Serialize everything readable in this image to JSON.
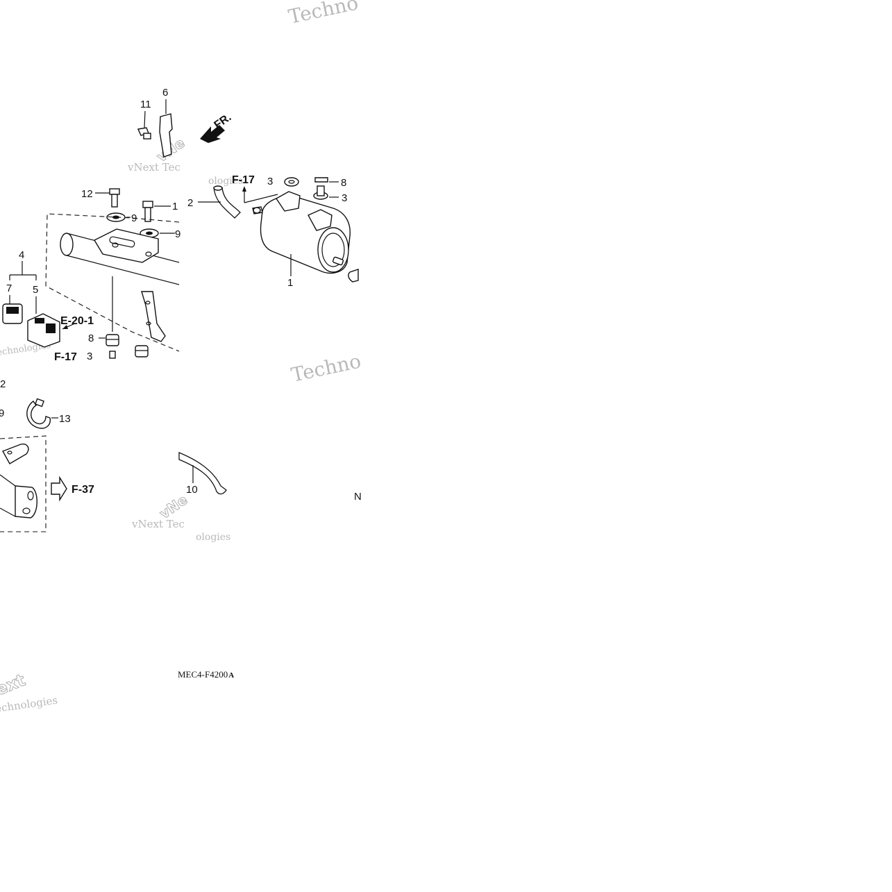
{
  "diagram": {
    "drawing_code": "MEC4-F4200",
    "drawing_code_suffix": "A",
    "direction_label": "FR.",
    "callouts": {
      "c1_canister": "1",
      "c1_top": "1",
      "c2_tube": "2",
      "c2_left": "2",
      "c3_bottom": "3",
      "c3_top_left": "3",
      "c3_right": "3",
      "c4": "4",
      "c5": "5",
      "c6": "6",
      "c7": "7",
      "c8_grommet": "8",
      "c8_top_right": "8",
      "c9_washer_a": "9",
      "c9_washer_b": "9",
      "c9_left": "9",
      "c10": "10",
      "c11": "11",
      "c12": "12",
      "c13": "13"
    },
    "refs": {
      "e20_1": "E-20-1",
      "f17_top": "F-17",
      "f17_bottom": "F-17",
      "f37": "F-37"
    },
    "fragments": {
      "edge_letter": "N"
    },
    "watermarks": {
      "wm1": "Techno",
      "wm2": "vNext Tec",
      "wm3": "ologies",
      "wm4": "Techno",
      "wm5": "vNext Tec",
      "wm6": "ologies",
      "wm7": "echnologies",
      "wm8": "ext",
      "wm9": "echnologies",
      "wm10": "vNe",
      "wm11": "vNe"
    },
    "colors": {
      "line": "#111111",
      "watermark": "#b9b9b9",
      "background": "#ffffff"
    }
  }
}
